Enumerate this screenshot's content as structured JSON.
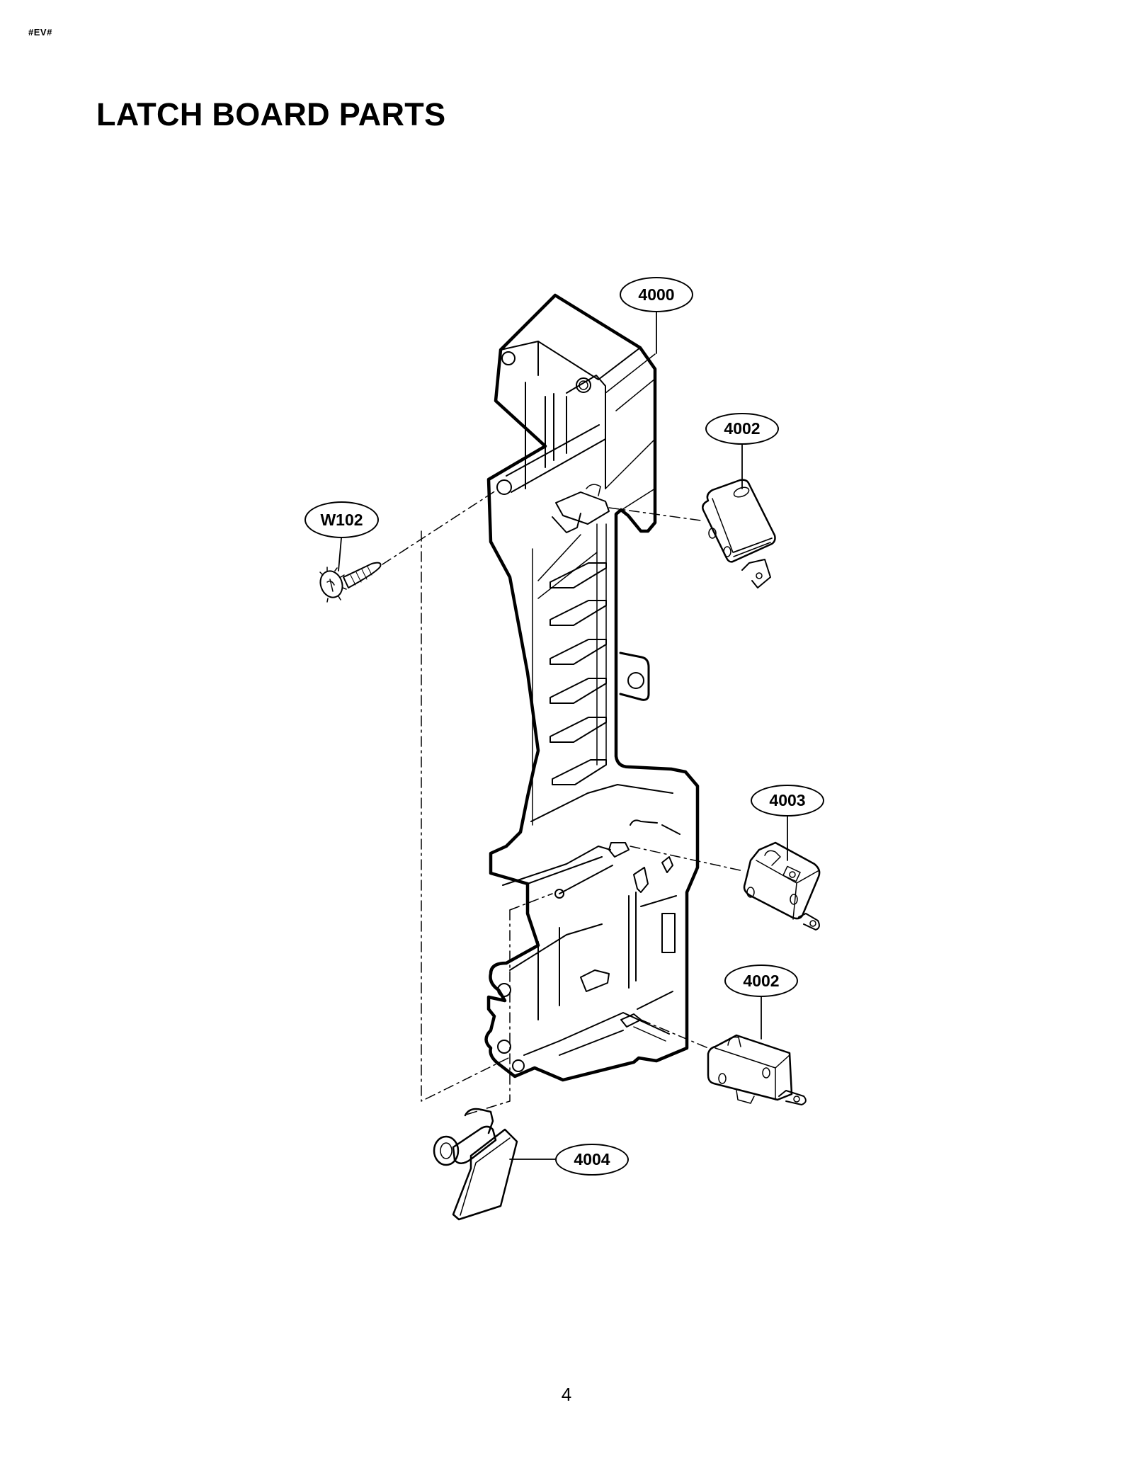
{
  "header": {
    "tag": "#EV#",
    "title": "LATCH BOARD PARTS"
  },
  "diagram": {
    "part_labels": [
      {
        "id": "4000",
        "label": "4000",
        "part": "latch-board"
      },
      {
        "id": "4002a",
        "label": "4002",
        "part": "micro-switch-upper"
      },
      {
        "id": "W102",
        "label": "W102",
        "part": "screw"
      },
      {
        "id": "4003",
        "label": "4003",
        "part": "micro-switch-middle"
      },
      {
        "id": "4002b",
        "label": "4002",
        "part": "micro-switch-lower"
      },
      {
        "id": "4004",
        "label": "4004",
        "part": "lever"
      }
    ],
    "colors": {
      "line": "#000000",
      "background": "#ffffff"
    }
  },
  "footer": {
    "page_number": "4"
  }
}
